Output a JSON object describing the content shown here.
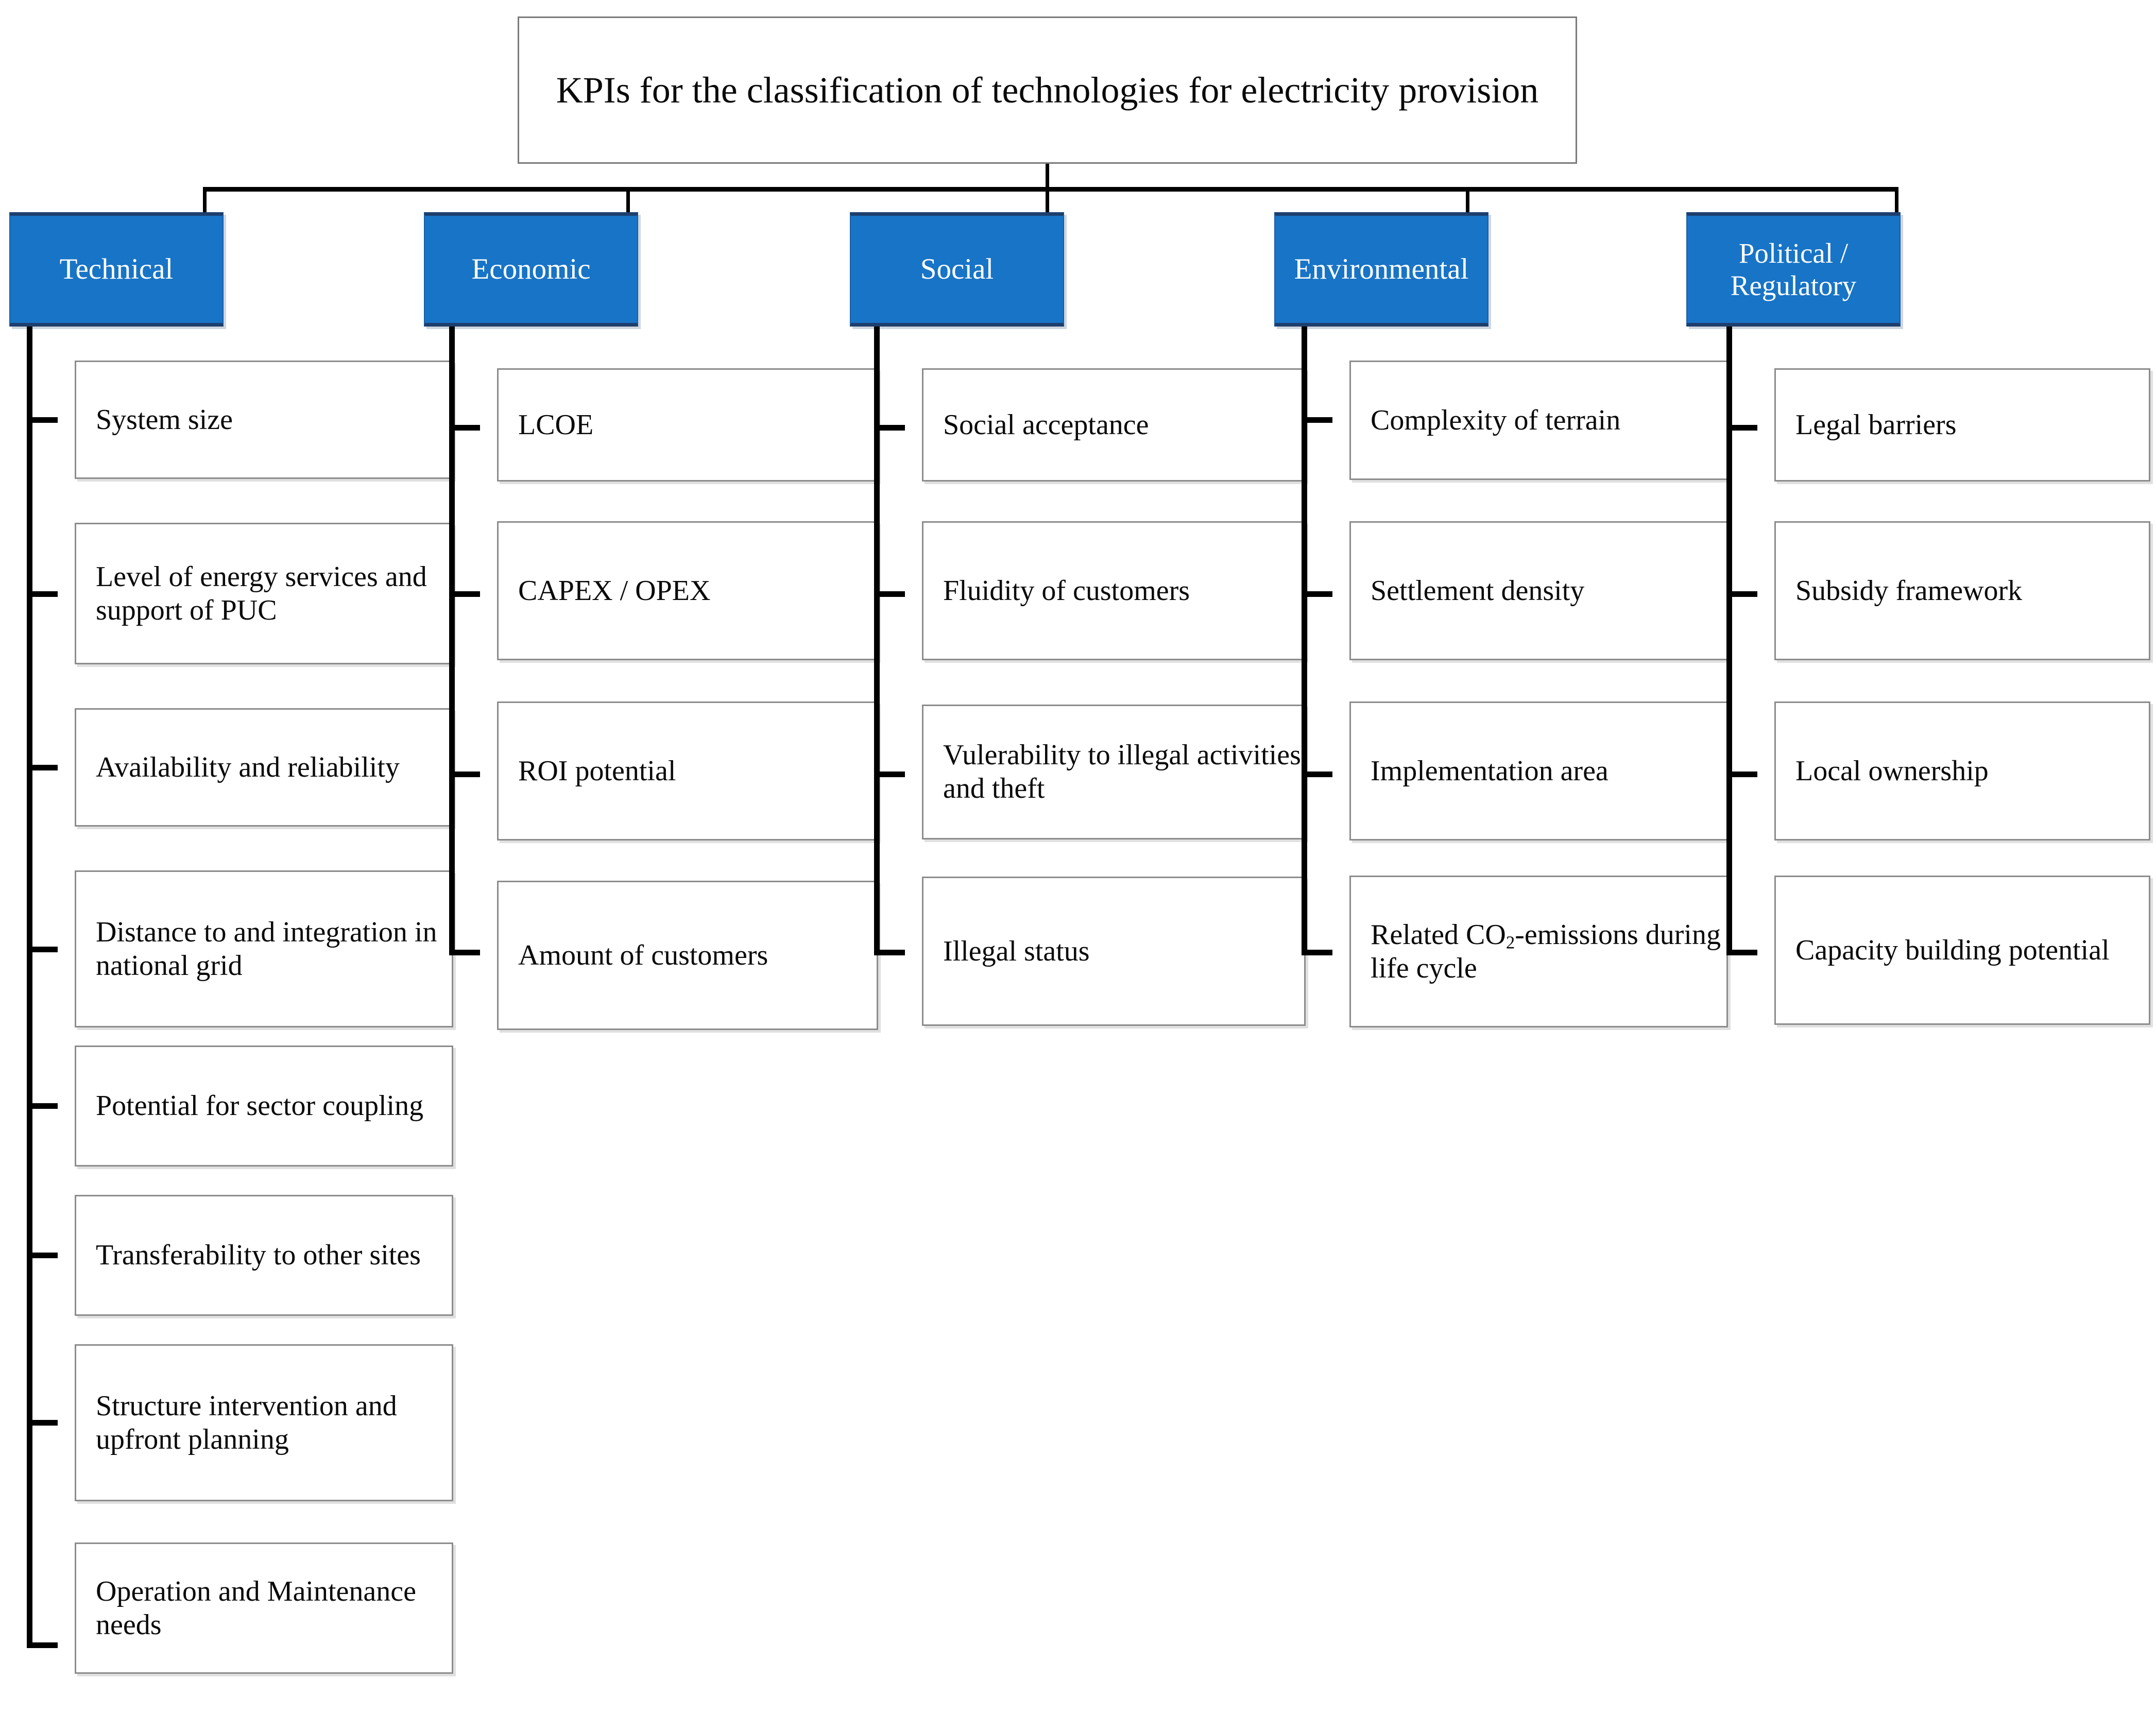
{
  "diagram": {
    "title": "KPIs for the classification of technologies for electricity provision",
    "accent_color": "#1874C6",
    "border_color": "#8c8c8c",
    "line_color": "#000000",
    "categories": [
      {
        "label": "Technical",
        "items": [
          "System size",
          "Level of energy services and support of PUC",
          "Availability and reliability",
          "Distance to and integration in national grid",
          "Potential for sector coupling",
          "Transferability to other sites",
          "Structure intervention and upfront planning",
          "Operation and Maintenance needs"
        ]
      },
      {
        "label": "Economic",
        "items": [
          "LCOE",
          "CAPEX / OPEX",
          "ROI potential",
          "Amount of customers"
        ]
      },
      {
        "label": "Social",
        "items": [
          "Social acceptance",
          "Fluidity of customers",
          "Vulerability to illegal activities and theft",
          "Illegal status"
        ]
      },
      {
        "label": "Environmental",
        "items": [
          "Complexity of terrain",
          "Settlement density",
          "Implementation area",
          "Related CO2-emissions during life cycle"
        ]
      },
      {
        "label": "Political / Regulatory",
        "items": [
          "Legal barriers",
          "Subsidy framework",
          "Local ownership",
          "Capacity building potential"
        ]
      }
    ]
  }
}
